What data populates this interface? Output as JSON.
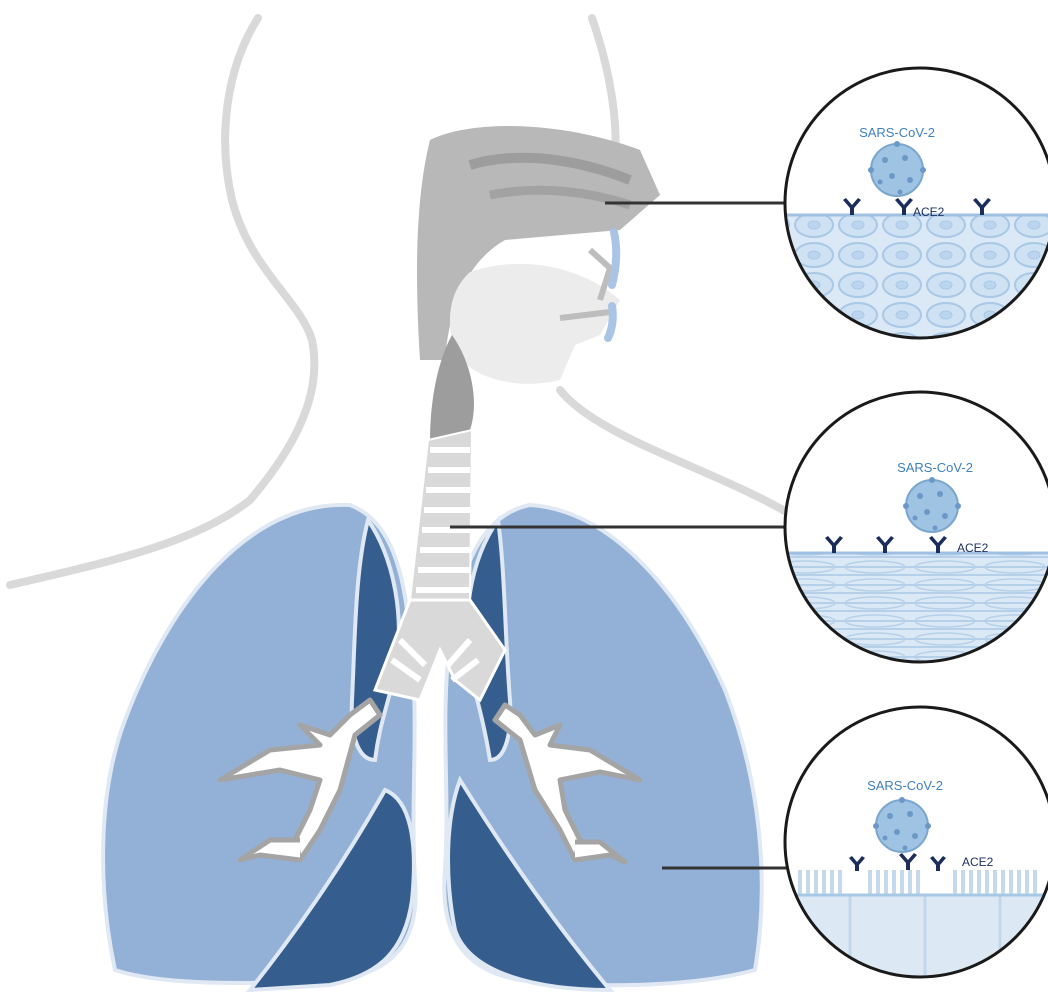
{
  "panels": [
    {
      "id": "nasal",
      "virus_label": "SARS-CoV-2",
      "receptor_label": "ACE2"
    },
    {
      "id": "trachea",
      "virus_label": "SARS-CoV-2",
      "receptor_label": "ACE2"
    },
    {
      "id": "lung",
      "virus_label": "SARS-CoV-2",
      "receptor_label": "ACE2"
    }
  ],
  "colors": {
    "lung_light": "#93b1d6",
    "lung_dark": "#355e8e",
    "lung_outline": "#dfe8f3",
    "head_gray": "#b8b8b8",
    "head_dark": "#8f8f8f",
    "outline_gray": "#d9d9d9",
    "virus_blue": "#8fb6d8",
    "label_blue": "#3f80c0",
    "receptor_navy": "#1c2d5c",
    "tissue_light": "#cfe2f3",
    "tissue_line": "#a9c8e6"
  }
}
